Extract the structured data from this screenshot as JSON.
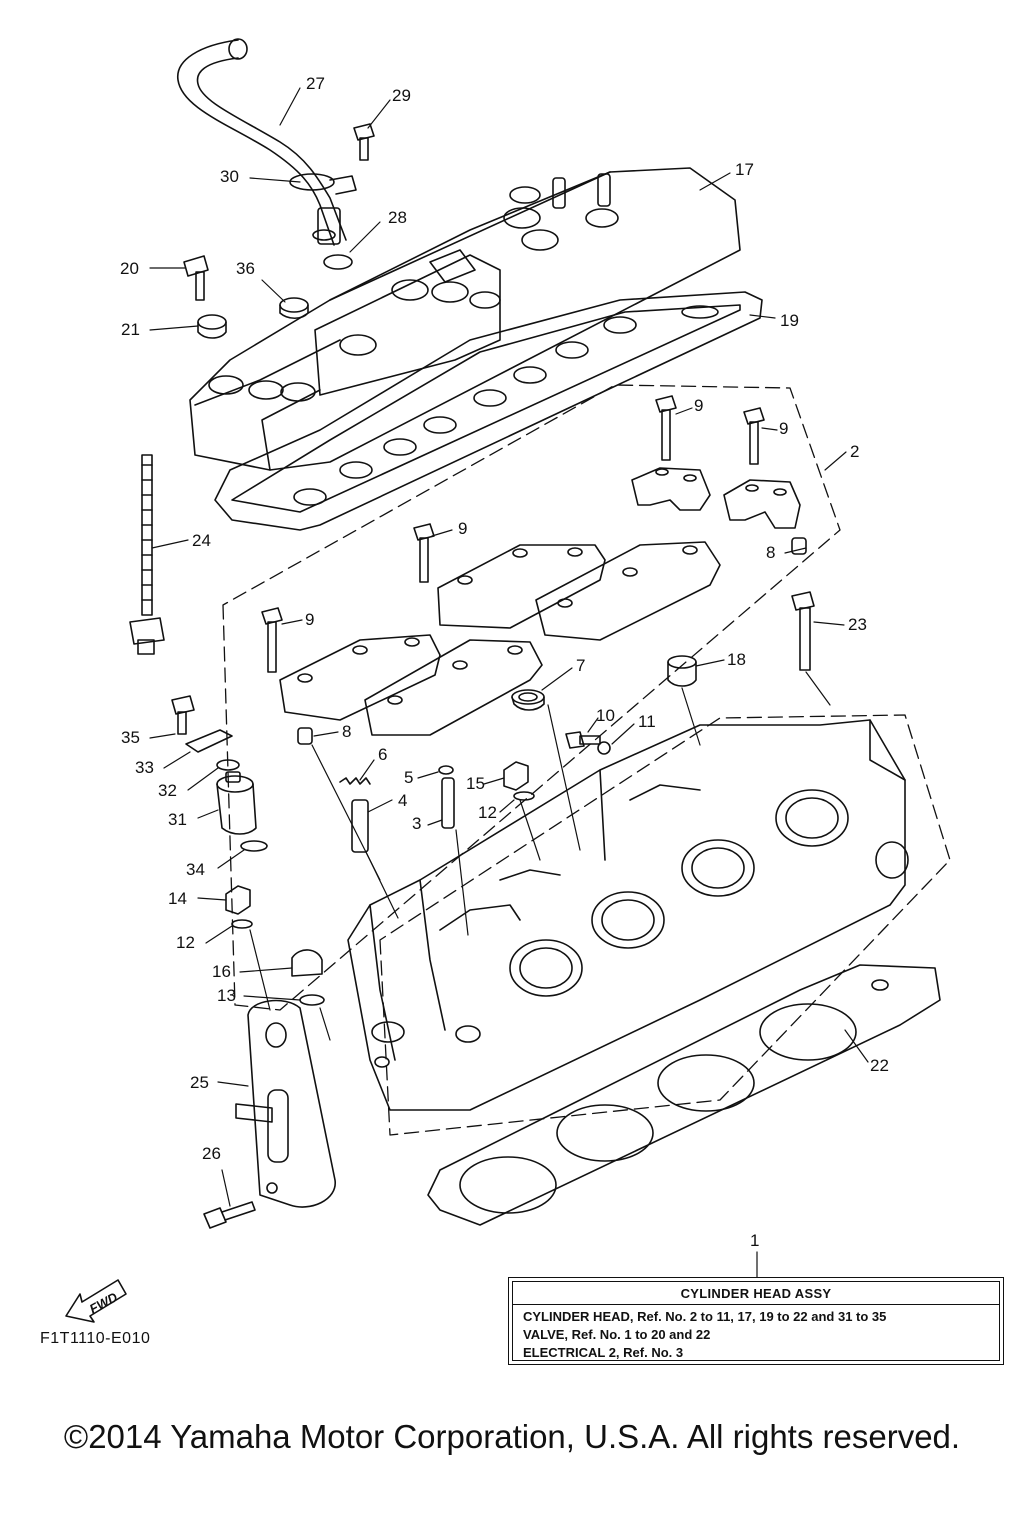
{
  "callouts": [
    {
      "id": "27",
      "text": "27"
    },
    {
      "id": "29",
      "text": "29"
    },
    {
      "id": "30",
      "text": "30"
    },
    {
      "id": "17",
      "text": "17"
    },
    {
      "id": "28",
      "text": "28"
    },
    {
      "id": "20",
      "text": "20"
    },
    {
      "id": "36",
      "text": "36"
    },
    {
      "id": "21",
      "text": "21"
    },
    {
      "id": "19",
      "text": "19"
    },
    {
      "id": "9a",
      "text": "9"
    },
    {
      "id": "9b",
      "text": "9"
    },
    {
      "id": "2",
      "text": "2"
    },
    {
      "id": "24",
      "text": "24"
    },
    {
      "id": "9c",
      "text": "9"
    },
    {
      "id": "8a",
      "text": "8"
    },
    {
      "id": "9d",
      "text": "9"
    },
    {
      "id": "23",
      "text": "23"
    },
    {
      "id": "18",
      "text": "18"
    },
    {
      "id": "7",
      "text": "7"
    },
    {
      "id": "10",
      "text": "10"
    },
    {
      "id": "11",
      "text": "11"
    },
    {
      "id": "35",
      "text": "35"
    },
    {
      "id": "8b",
      "text": "8"
    },
    {
      "id": "33",
      "text": "33"
    },
    {
      "id": "6",
      "text": "6"
    },
    {
      "id": "5",
      "text": "5"
    },
    {
      "id": "15",
      "text": "15"
    },
    {
      "id": "32",
      "text": "32"
    },
    {
      "id": "4",
      "text": "4"
    },
    {
      "id": "12a",
      "text": "12"
    },
    {
      "id": "31",
      "text": "31"
    },
    {
      "id": "3",
      "text": "3"
    },
    {
      "id": "34",
      "text": "34"
    },
    {
      "id": "14",
      "text": "14"
    },
    {
      "id": "12b",
      "text": "12"
    },
    {
      "id": "16",
      "text": "16"
    },
    {
      "id": "13",
      "text": "13"
    },
    {
      "id": "22",
      "text": "22"
    },
    {
      "id": "25",
      "text": "25"
    },
    {
      "id": "26",
      "text": "26"
    },
    {
      "id": "1",
      "text": "1"
    }
  ],
  "assy_box": {
    "title": "CYLINDER HEAD ASSY",
    "lines": [
      "CYLINDER HEAD, Ref. No. 2 to 11, 17, 19 to 22 and 31 to 35",
      "VALVE, Ref. No. 1 to 20 and 22",
      "ELECTRICAL 2, Ref. No. 3"
    ]
  },
  "fwd_label": "FWD",
  "diagram_code": "F1T1110-E010",
  "copyright": "©2014 Yamaha Motor Corporation, U.S.A. All rights reserved."
}
